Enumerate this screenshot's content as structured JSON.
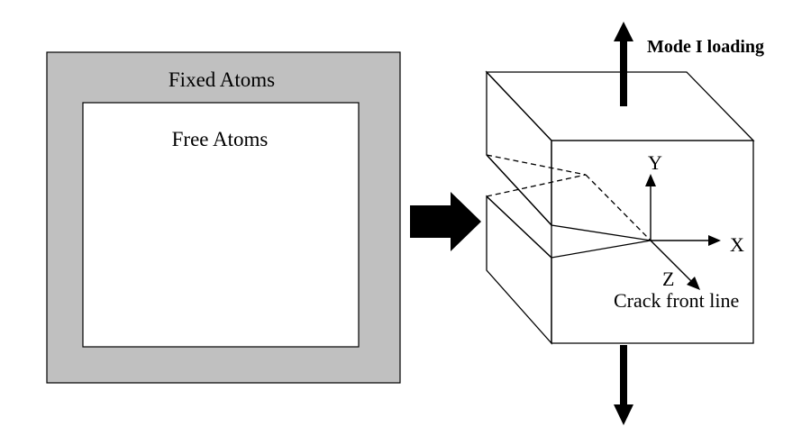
{
  "left_panel": {
    "outer_label": "Fixed Atoms",
    "inner_label": "Free Atoms",
    "outer_fill": "#c0c0c0",
    "inner_fill": "#ffffff"
  },
  "transition_arrow": {
    "icon": "right-arrow-icon",
    "color": "#000000"
  },
  "right_panel": {
    "loading_label": "Mode I loading",
    "axis_y": "Y",
    "axis_x": "X",
    "axis_z": "Z",
    "crack_label": "Crack front line",
    "line_color": "#000000"
  }
}
